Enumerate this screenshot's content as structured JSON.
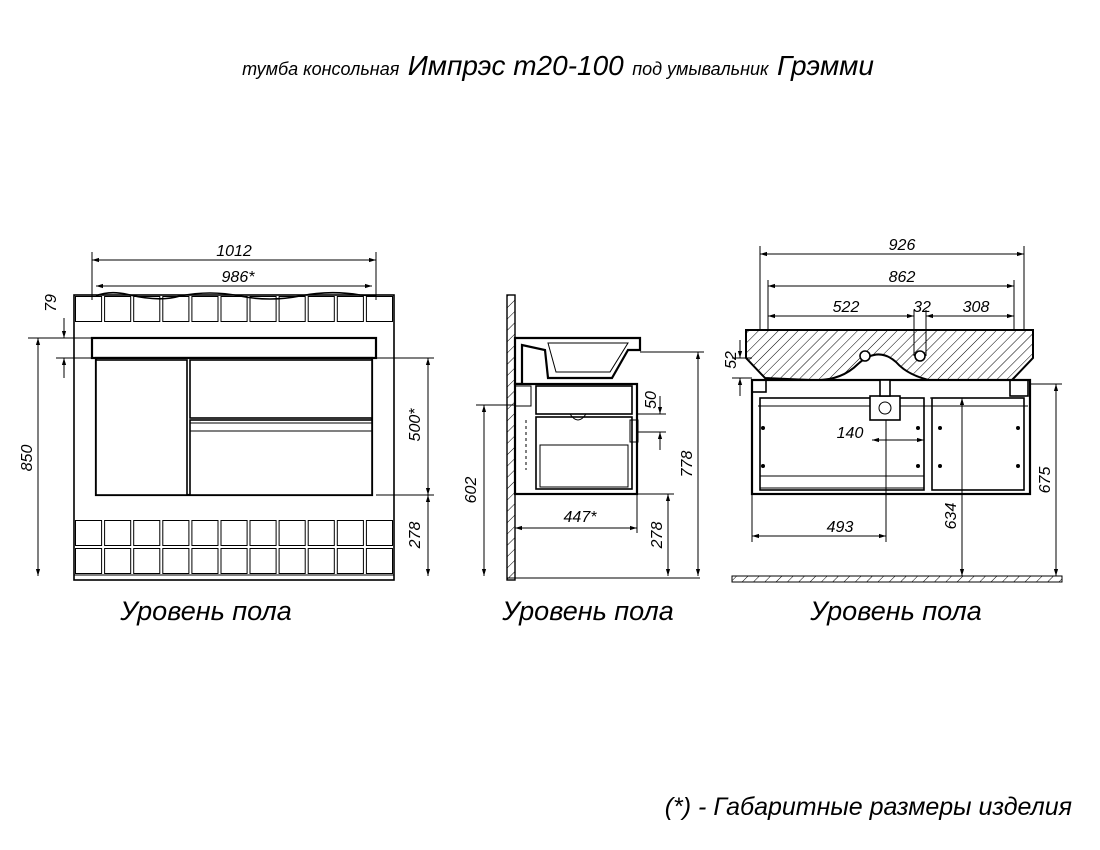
{
  "title": {
    "prefix": "тумба консольная",
    "model": "Импрэс т20-100",
    "middle": "под умывальник",
    "basin": "Грэмми"
  },
  "front_view": {
    "dims": {
      "overall_width": "1012",
      "body_width": "986*",
      "top_thickness": "79",
      "total_height": "850",
      "body_height": "500*",
      "floor_gap": "278"
    },
    "floor_label": "Уровень пола"
  },
  "side_view": {
    "dims": {
      "depth": "447*",
      "drawer_gap": "50",
      "height_602": "602",
      "height_778": "778",
      "floor_gap": "278"
    },
    "floor_label": "Уровень пола"
  },
  "rear_view": {
    "dims": {
      "overall_width": "926",
      "inner_width": "862",
      "left_part": "522",
      "hole": "32",
      "right_part": "308",
      "top_thickness": "52",
      "pipe_offset": "140",
      "drain_position": "493",
      "height_634": "634",
      "height_675": "675"
    },
    "floor_label": "Уровень пола"
  },
  "footnote": "(*) - Габаритные размеры изделия"
}
